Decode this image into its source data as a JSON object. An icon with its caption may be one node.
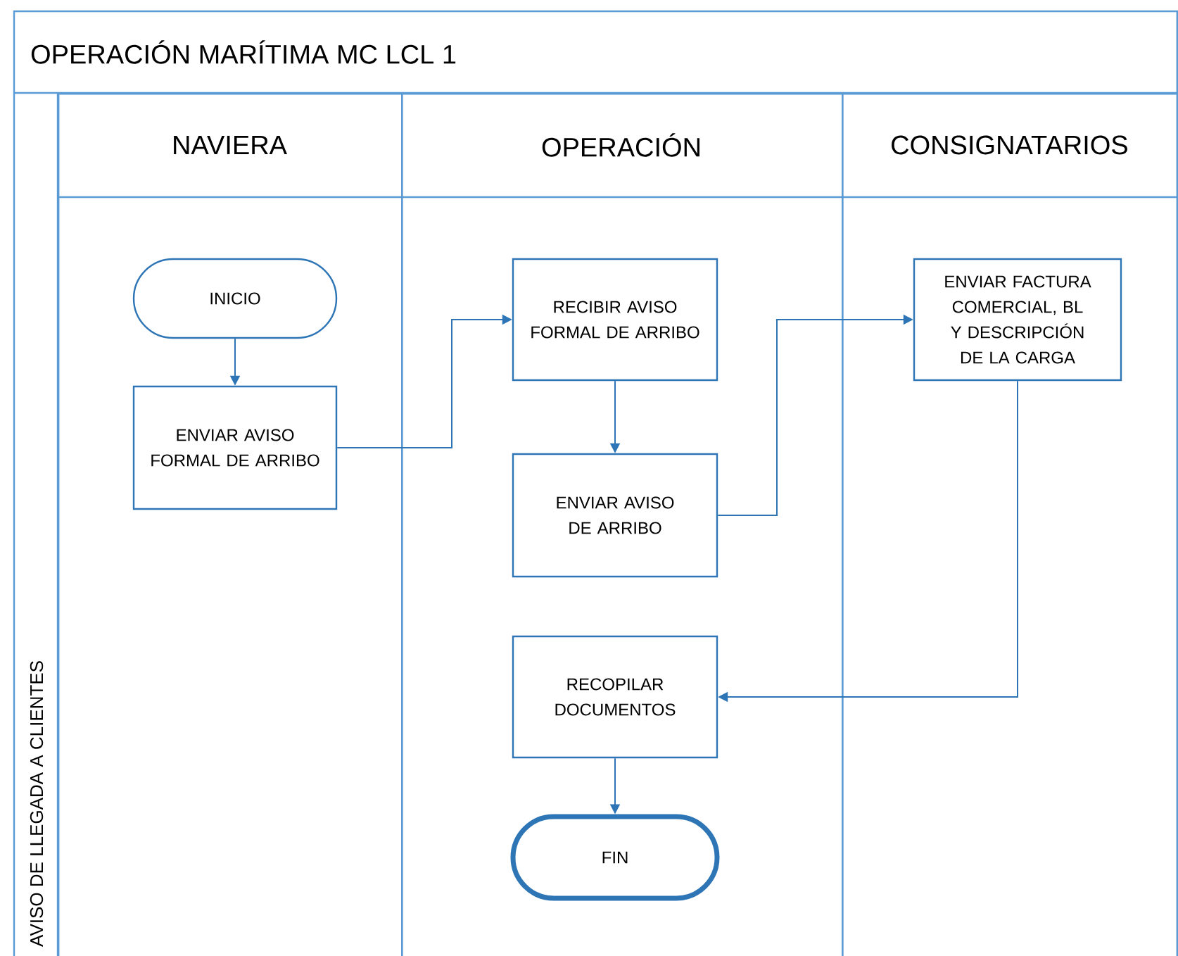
{
  "diagram": {
    "title": "OPERACIÓN MARÍTIMA MC LCL 1",
    "nodes": [
      {
        "text": [
          "NAVIERA"
        ]
      },
      {
        "text": [
          "OPERACIÓN"
        ]
      },
      {
        "text": [
          "CONSIGNATARIOS"
        ]
      },
      {
        "text": [
          "INICIO"
        ],
        "in": 0
      },
      {
        "text": [
          "RECIBIR AVISO FORMAL DE ARRIBO"
        ],
        "in": 1
      },
      {
        "text": [
          "ENVIAR FACTURA COMERCIAL, BL Y DESCRIPCIÓN DE LA CARGA"
        ],
        "in": 2
      },
      {
        "text": [
          "ENVIAR AVISO FORMAL DE ARRIBO"
        ],
        "in": 0
      },
      {
        "text": [
          "ENVIAR AVISO DE ARRIBO"
        ],
        "in": 1
      },
      {
        "text": [
          "RECOPILAR DOCUMENTOS"
        ],
        "in": 1
      },
      {
        "text": [
          "FIN"
        ],
        "in": 1
      }
    ],
    "edges": [
      {
        "from": 3,
        "to": 6,
        "arrow": "to"
      },
      {
        "from": 6,
        "to": 4,
        "arrow": "to"
      },
      {
        "from": 4,
        "to": 7,
        "arrow": "to"
      },
      {
        "from": 7,
        "to": 5,
        "arrow": "to"
      },
      {
        "from": 5,
        "to": 8,
        "arrow": "to"
      },
      {
        "from": 8,
        "to": 9,
        "arrow": "to"
      }
    ],
    "labels": [
      "AVISO DE LLEGADA A CLIENTES"
    ]
  }
}
